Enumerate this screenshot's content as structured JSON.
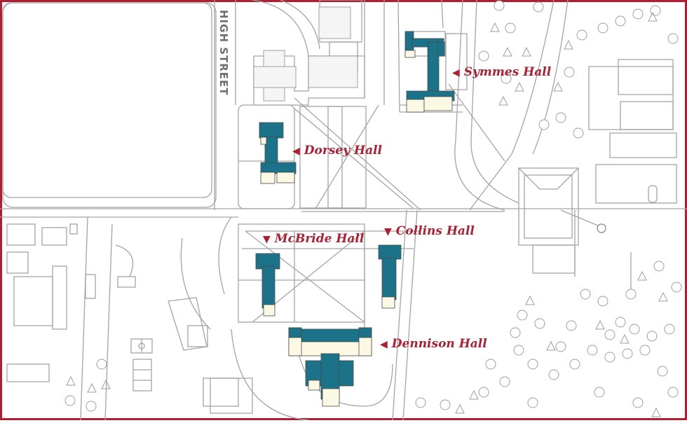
{
  "map": {
    "street_label": "HIGH STREET",
    "colors": {
      "frame": "#b01e32",
      "road_line": "#9a9a9a",
      "building_fill": "#1c7288",
      "building_light": "#fbf8e4",
      "label_color": "#b01e32"
    },
    "halls": [
      {
        "name": "Symmes Hall",
        "arrow": "◀"
      },
      {
        "name": "Dorsey Hall",
        "arrow": "◀"
      },
      {
        "name": "McBride Hall",
        "arrow": "▼"
      },
      {
        "name": "Collins Hall",
        "arrow": "▼"
      },
      {
        "name": "Dennison Hall",
        "arrow": "◀"
      }
    ],
    "icons": [
      "tree-icon",
      "soccer-field-icon",
      "gazebo-icon"
    ]
  }
}
